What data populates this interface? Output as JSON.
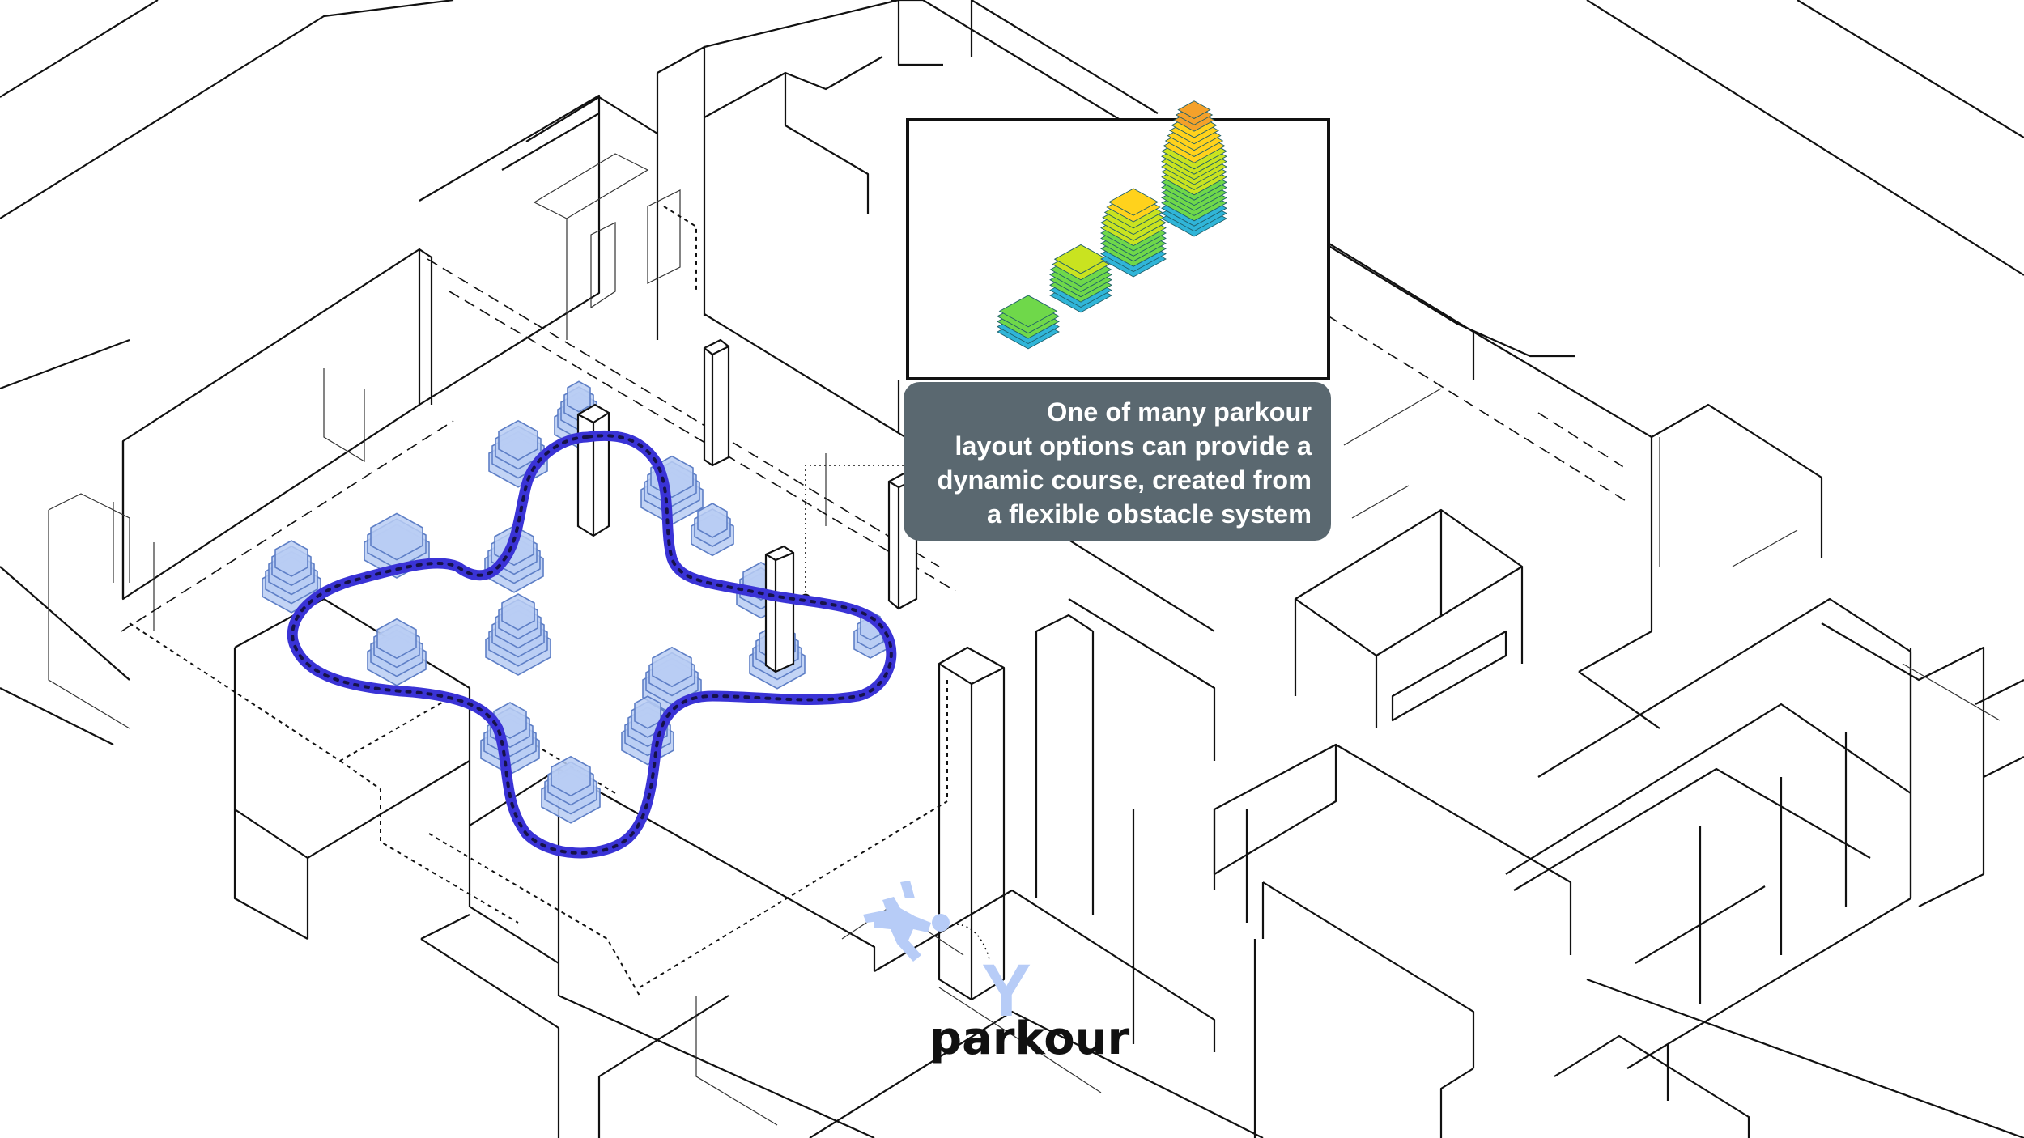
{
  "callout": {
    "lines": [
      "One of many parkour",
      "layout options can provide a",
      "dynamic course, created from",
      "a flexible obstacle system"
    ]
  },
  "label": {
    "text": "parkour"
  },
  "icons": {
    "category": "parkour-jumper-icon",
    "letter": "Y"
  },
  "colors": {
    "path": "#3a33d6",
    "obstacle_fill": "#b8ccf3",
    "obstacle_stroke": "#5e7fc6",
    "callout_bg": "#5a6870",
    "icon": "#b7ccf7"
  },
  "inset_colormap": [
    "#30b5d8",
    "#6fd84a",
    "#c9e320",
    "#ffd21c",
    "#f4a12a"
  ]
}
